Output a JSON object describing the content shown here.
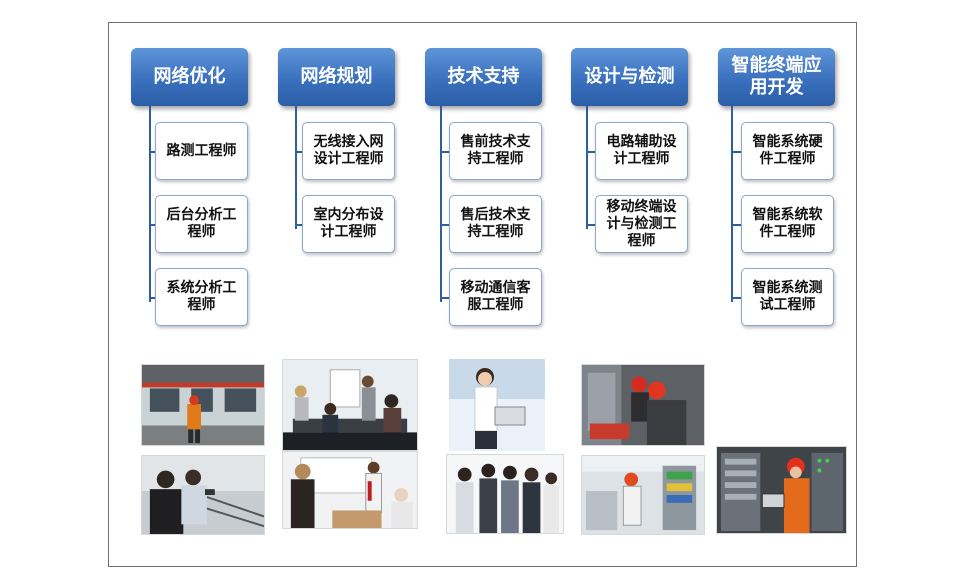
{
  "columns": [
    {
      "title": "网络优化",
      "items": [
        "路测工程师",
        "后台分析工程师",
        "系统分析工程师"
      ]
    },
    {
      "title": "网络规划",
      "items": [
        "无线接入网设计工程师",
        "室内分布设计工程师"
      ]
    },
    {
      "title": "技术支持",
      "items": [
        "售前技术支持工程师",
        "售后技术支持工程师",
        "移动通信客服工程师"
      ]
    },
    {
      "title": "设计与检测",
      "items": [
        "电路辅助设计工程师",
        "移动终端设计与检测工程师"
      ]
    },
    {
      "title": "智能终端应用开发",
      "items": [
        "智能系统硬件工程师",
        "智能系统软件工程师",
        "智能系统测试工程师"
      ]
    }
  ],
  "colors": {
    "header_top": "#5f95d8",
    "header_bottom": "#2c5ea7",
    "connector": "#2f5e9e",
    "box_border": "#8aa7cc"
  },
  "photos": [
    {
      "icon": "subway-engineer-photo-icon"
    },
    {
      "icon": "field-engineers-photo-icon"
    },
    {
      "icon": "meeting-photo-icon"
    },
    {
      "icon": "presentation-photo-icon"
    },
    {
      "icon": "support-woman-photo-icon"
    },
    {
      "icon": "team-photo-icon"
    },
    {
      "icon": "equipment-inspection-photo-icon"
    },
    {
      "icon": "lab-testing-photo-icon"
    },
    {
      "icon": "server-rack-engineer-photo-icon"
    }
  ]
}
